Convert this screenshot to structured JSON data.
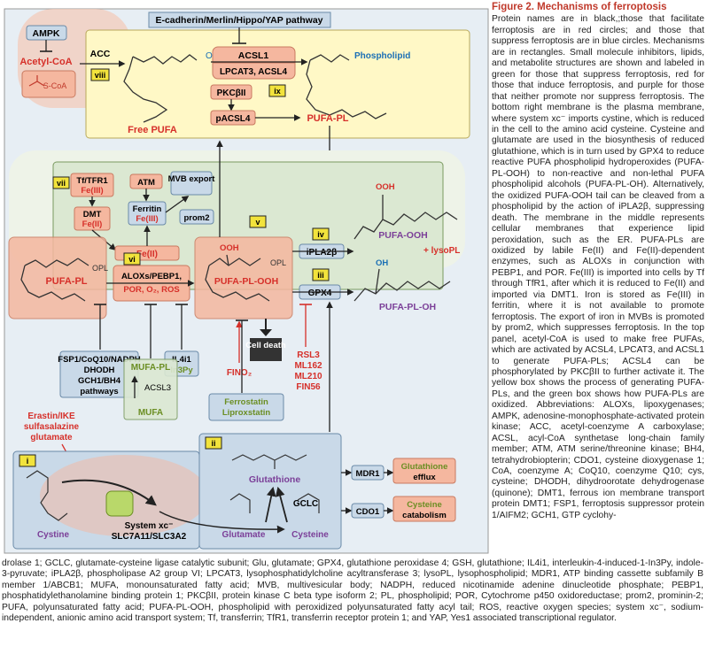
{
  "nodes": {
    "top_pathway": "E-cadherin/Merlin/Hippo/YAP pathway",
    "ampk": "AMPK",
    "acetyl_coa": "Acetyl-CoA",
    "acetyl_group": "S-CoA",
    "acc": "ACC",
    "free_pufa": "Free PUFA",
    "oh_top": "OH",
    "acsl1": "ACSL1",
    "lpcat3_acsl4": "LPCAT3, ACSL4",
    "pkcbii": "PKCβII",
    "pacsl4": "pACSL4",
    "phospholipid": "Phospholipid",
    "pufa_pl_top": "PUFA-PL",
    "tf_tfr1": "Tf/TFR1",
    "fe3_a": "Fe(III)",
    "atm": "ATM",
    "mvb_export": "MVB export",
    "ferritin": "Ferritin",
    "fe3_b": "Fe(III)",
    "dmt": "DMT",
    "fe2_a": "Fe(II)",
    "prom2": "prom2",
    "fe2_b": "Fe(II)",
    "pufa_pl_mid": "PUFA-PL",
    "alox": "ALOXs/PEBP1,",
    "por_o2_ros": "POR, O₂, ROS",
    "pufa_pl_ooh": "PUFA-PL-OOH",
    "ooh_mid": "OOH",
    "opl": "OPL",
    "ipla2b": "iPLA2β",
    "pufa_ooh": "PUFA-OOH",
    "ooh_right": "OOH",
    "lysopl": "+ lysoPL",
    "gpx4": "GPX4",
    "pufa_pl_oh": "PUFA-PL-OH",
    "oh_right": "OH",
    "fsp1": "FSP1/CoQ10/NADPH",
    "dhodh": "DHODH",
    "gch1": "GCH1/BH4",
    "pathways": "pathways",
    "il4i1": "IL4i1",
    "in3py": "In3Py",
    "mufa_pl": "MUFA-PL",
    "acsl3": "ACSL3",
    "mufa": "MUFA",
    "fino2": "FINO₂",
    "cell_death": "Cell death",
    "ferrostatin": "Ferrostatin",
    "liproxstatin": "Liproxstatin",
    "rsl3": "RSL3",
    "ml162": "ML162",
    "ml210": "ML210",
    "fin56": "FIN56",
    "erastin": "Erastin/IKE",
    "sulfasalazine": "sulfasalazine",
    "glutamate_inh": "glutamate",
    "cystine": "Cystine",
    "system_xc": "System xc⁻",
    "slc": "SLC7A11/SLC3A2",
    "glutathione": "Glutathione",
    "gclc": "GCLC",
    "glutamate": "Glutamate",
    "cysteine": "Cysteine",
    "mdr1": "MDR1",
    "gsh_efflux_1": "Glutathione",
    "gsh_efflux_2": "efflux",
    "cdo1": "CDO1",
    "cys_cat_1": "Cysteine",
    "cys_cat_2": "catabolism",
    "roman_viii": "viii",
    "roman_ix": "ix",
    "roman_vii": "vii",
    "roman_v": "v",
    "roman_vi": "vi",
    "roman_iv": "iv",
    "roman_iii": "iii",
    "roman_i": "i",
    "roman_ii": "ii"
  },
  "caption": {
    "title": "Figure 2. Mechanisms of ferroptosis",
    "body": "Protein names are in black,;those that facilitate ferroptosis are in red circles; and those that suppress ferroptosis are in blue circles. Mechanisms are in rectangles. Small molecule inhibitors, lipids, and metabolite structures are shown and labeled in green for those that suppress ferroptosis, red for those that induce ferroptosis, and purple for those that neither promote nor suppress ferroptosis. The bottom right membrane is the plasma membrane, where system xc⁻ imports cystine, which is reduced in the cell to the amino acid cysteine. Cysteine and glutamate are used in the biosynthesis of reduced glutathione, which is in turn used by GPX4 to reduce reactive PUFA phospholipid hydroperoxides (PUFA-PL-OOH) to non-reactive and non-lethal PUFA phospholipid alcohols (PUFA-PL-OH). Alternatively, the oxidized PUFA-OOH tail can be cleaved from a phospholipid by the action of iPLA2β, suppressing death. The membrane in the middle represents cellular membranes that experience lipid peroxidation, such as the ER. PUFA-PLs are oxidized by labile Fe(II) and Fe(II)-dependent enzymes, such as ALOXs in conjunction with PEBP1, and POR. Fe(III) is imported into cells by Tf through TfR1, after which it is reduced to Fe(II) and imported via DMT1. Iron is stored as Fe(III) in ferritin, where it is not available to promote ferroptosis. The export of iron in MVBs is promoted by prom2, which suppresses ferroptosis. In the top panel, acetyl-CoA is used to make free PUFAs, which are activated by ACSL4, LPCAT3, and ACSL1 to generate PUFA-PLs; ACSL4 can be phosphorylated by PKCβII to further activate it. The yellow box shows the process of generating PUFA-PLs, and the green box shows how PUFA-PLs are oxidized.",
    "abbrev": "Abbreviations: ALOXs, lipoxygenases; AMPK, adenosine-monophosphate-activated protein kinase; ACC, acetyl-coenzyme A carboxylase; ACSL, acyl-CoA synthetase long-chain family member; ATM, ATM serine/threonine kinase; BH4, tetrahydrobiopterin; CDO1, cysteine dioxygenase 1; CoA, coenzyme A; CoQ10, coenzyme Q10; cys, cysteine; DHODH, dihydroorotate dehydrogenase (quinone); DMT1, ferrous ion membrane transport protein DMT1; FSP1, ferroptosis suppressor protein 1/AIFM2; GCH1, GTP cyclohy-"
  },
  "bottom_text": "drolase 1; GCLC, glutamate-cysteine ligase catalytic subunit; Glu, glutamate; GPX4, glutathione peroxidase 4; GSH, glutathione; IL4i1, interleukin-4-induced-1-In3Py, indole-3-pyruvate; iPLA2β, phospholipase A2 group VI; LPCAT3, lysophosphatidylcholine acyltransferase 3; lysoPL, lysophospholipid; MDR1, ATP binding cassette subfamily B member 1/ABCB1; MUFA, monounsaturated fatty acid; MVB, multivesicular body; NADPH, reduced nicotinamide adenine dinucleotide phosphate; PEBP1, phosphatidylethanolamine binding protein 1; PKCβII, protein kinase C beta type isoform 2; PL, phospholipid; POR, Cytochrome p450 oxidoreductase; prom2, prominin-2; PUFA, polyunsaturated fatty acid; PUFA-PL-OOH, phospholipid with peroxidized polyunsaturated fatty acyl tail; ROS, reactive oxygen species; system xc⁻, sodium-independent, anionic amino acid transport system; Tf, transferrin; TfR1, transferrin receptor protein 1; and YAP, Yes1 associated transcriptional regulator.",
  "colors": {
    "red": "#d6302a",
    "green": "#6b8e23",
    "purple": "#7b3f98",
    "yellow_panel": "#fff8c6",
    "green_panel": "#dbe8d2",
    "salmon": "#f5b79f",
    "blue_box": "#c9d9e8"
  }
}
